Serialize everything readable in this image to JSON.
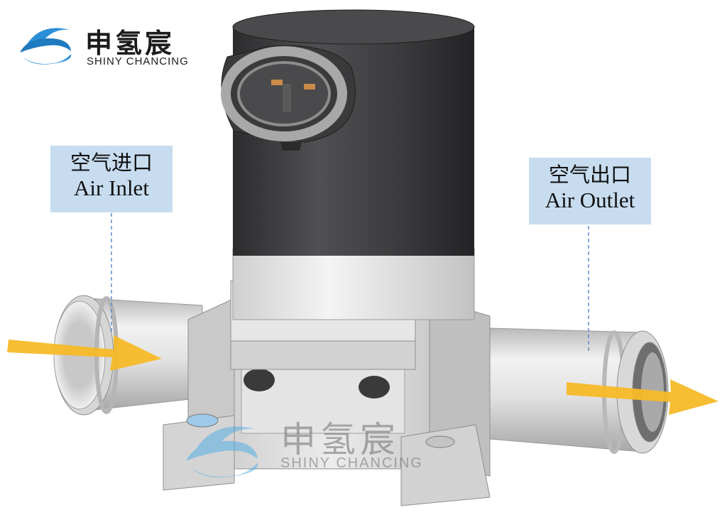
{
  "brand": {
    "name_cn": "申氢宸",
    "name_en": "SHINY CHANCING"
  },
  "watermark": {
    "name_cn": "申氢宸",
    "name_en": "SHINY CHANCING"
  },
  "labels": {
    "inlet": {
      "cn": "空气进口",
      "en": "Air Inlet"
    },
    "outlet": {
      "cn": "空气出口",
      "en": "Air Outlet"
    }
  },
  "colors": {
    "label_bg": "#c7dcef",
    "arrow": "#f7b928",
    "coil": "#3d3d40",
    "body": "#dcdcdc",
    "leader_line": "#5b8fd0",
    "logo_blue": "#2a8fd8"
  },
  "icons": [
    "shiny-chancing-logo-icon",
    "flow-arrow-icon",
    "connector-plug-icon"
  ]
}
